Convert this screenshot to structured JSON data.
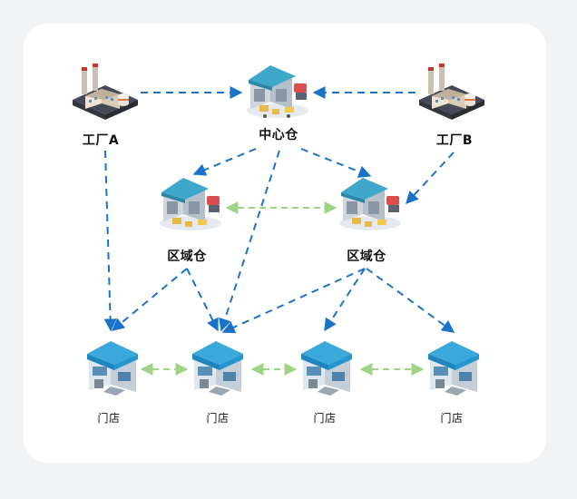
{
  "nodes": {
    "factory_a": {
      "label": "工厂A",
      "icon": "factory-icon"
    },
    "factory_b": {
      "label": "工厂B",
      "icon": "factory-icon"
    },
    "central_warehouse": {
      "label": "中心仓",
      "icon": "warehouse-icon"
    },
    "regional_warehouse_left": {
      "label": "区域仓",
      "icon": "warehouse-icon"
    },
    "regional_warehouse_right": {
      "label": "区域仓",
      "icon": "warehouse-icon"
    },
    "store_1": {
      "label": "门店",
      "icon": "store-icon"
    },
    "store_2": {
      "label": "门店",
      "icon": "store-icon"
    },
    "store_3": {
      "label": "门店",
      "icon": "store-icon"
    },
    "store_4": {
      "label": "门店",
      "icon": "store-icon"
    }
  },
  "colors": {
    "flow_line": "#1a73c8",
    "peer_line": "#9fd487",
    "card_background": "#ffffff",
    "page_background": "#f2f3f5"
  }
}
